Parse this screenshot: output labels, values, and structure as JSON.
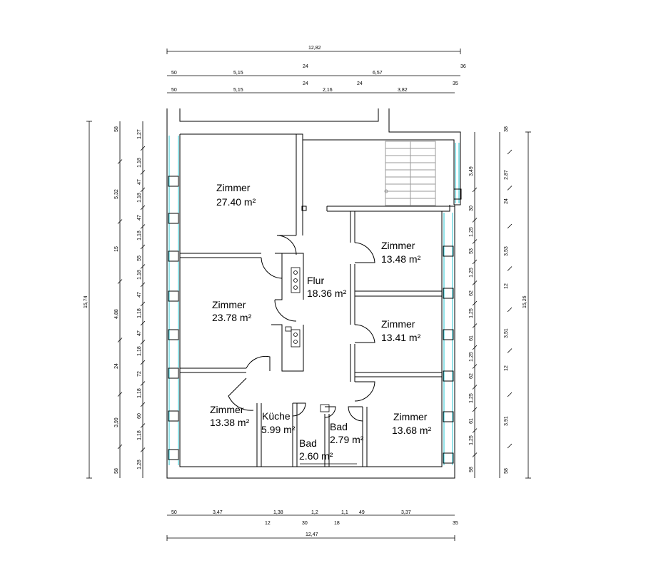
{
  "rooms": [
    {
      "name": "Zimmer",
      "area": "27.40 m²"
    },
    {
      "name": "Zimmer",
      "area": "23.78 m²"
    },
    {
      "name": "Zimmer",
      "area": "13.38 m²"
    },
    {
      "name": "Küche",
      "area": "5.99 m²"
    },
    {
      "name": "Bad",
      "area": "2.60 m²"
    },
    {
      "name": "Bad",
      "area": "2.79 m²"
    },
    {
      "name": "Zimmer",
      "area": "13.68 m²"
    },
    {
      "name": "Zimmer",
      "area": "13.41 m²"
    },
    {
      "name": "Zimmer",
      "area": "13.48 m²"
    },
    {
      "name": "Flur",
      "area": "18.36 m²"
    }
  ],
  "dimensions": {
    "top_total": "12,82",
    "top_row1": [
      "50",
      "5,15",
      "24",
      "6,57",
      "36"
    ],
    "top_row2": [
      "50",
      "5,15",
      "24",
      "2,16",
      "24",
      "3,82",
      "35"
    ],
    "bottom_row": [
      "50",
      "3,47",
      "12",
      "1,38",
      "30",
      "1,2",
      "18",
      "1,1",
      "49",
      "3,37",
      "35"
    ],
    "bottom_total": "12,47",
    "left_total": "15,74",
    "left_outer": [
      "58",
      "5,32",
      "15",
      "4,88",
      "24",
      "3,99",
      "58"
    ],
    "left_inner": [
      "1,27",
      "1,18",
      "47",
      "1,18",
      "47",
      "1,18",
      "55",
      "1,18",
      "47",
      "1,18",
      "47",
      "1,18",
      "72",
      "1,18",
      "60",
      "1,18",
      "1,28"
    ],
    "right_total": "15,26",
    "right_outer": [
      "38",
      "2,87",
      "24",
      "3,53",
      "12",
      "3,51",
      "12",
      "3,91",
      "58"
    ],
    "right_inner": [
      "3,49",
      "30",
      "1,25",
      "53",
      "1,25",
      "62",
      "1,25",
      "61",
      "1,25",
      "62",
      "1,25",
      "61",
      "1,25",
      "98"
    ]
  }
}
